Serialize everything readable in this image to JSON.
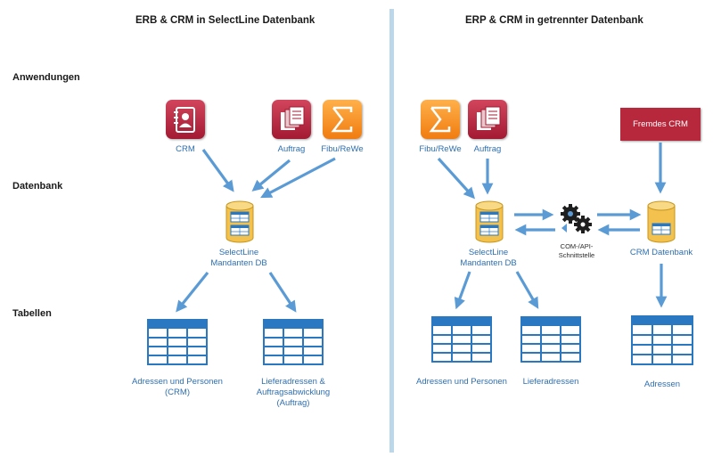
{
  "left": {
    "title": "ERB & CRM in SelectLine Datenbank",
    "apps": {
      "crm": "CRM",
      "auftrag": "Auftrag",
      "fibu": "Fibu/ReWe"
    },
    "db": {
      "line1": "SelectLine",
      "line2": "Mandanten DB"
    },
    "tables": {
      "t1": {
        "line1": "Adressen und Personen",
        "line2": "(CRM)"
      },
      "t2": {
        "line1": "Lieferadressen &",
        "line2": "Auftragsabwicklung",
        "line3": "(Auftrag)"
      }
    }
  },
  "right": {
    "title": "ERP & CRM in getrennter Datenbank",
    "apps": {
      "fibu": "Fibu/ReWe",
      "auftrag": "Auftrag",
      "fremdes_crm": "Fremdes CRM"
    },
    "db": {
      "line1": "SelectLine",
      "line2": "Mandanten DB"
    },
    "interface": {
      "line1": "COM-/API-",
      "line2": "Schnittstelle"
    },
    "crm_db": "CRM Datenbank",
    "tables": {
      "t1": "Adressen und Personen",
      "t2": "Lieferadressen",
      "t3": "Adressen"
    }
  },
  "rows": {
    "anwendungen": "Anwendungen",
    "datenbank": "Datenbank",
    "tabellen": "Tabellen"
  },
  "colors": {
    "arrow": "#5b9bd5",
    "label": "#2e6fb0",
    "red": "#b8283c",
    "orange": "#f58a1f",
    "table": "#2a78c1",
    "db_gold": "#f2c14e",
    "divider": "#bcd6ea"
  }
}
